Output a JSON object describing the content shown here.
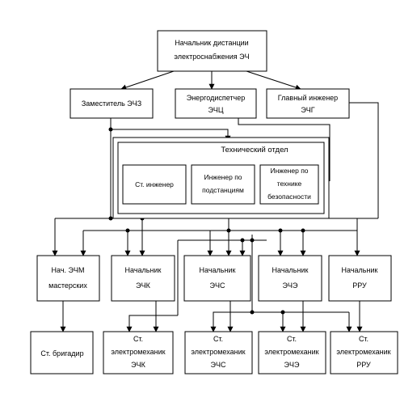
{
  "boxes": {
    "head": [
      "Начальник дистанции",
      "электроснабжения ЭЧ"
    ],
    "deputy": [
      "Заместитель ЭЧЗ"
    ],
    "dispatcher": [
      "Энергодиспетчер",
      "ЭЧЦ"
    ],
    "chief_engineer": [
      "Главный инженер",
      "ЭЧГ"
    ],
    "tech_dept": {
      "title": "Технический отдел",
      "senior_engineer": [
        "Ст. инженер"
      ],
      "substation_engineer": [
        "Инженер по",
        "подстанциям"
      ],
      "safety_engineer": [
        "Инженер по",
        "технике",
        "безопасности"
      ]
    },
    "workshop_head": [
      "Нач. ЭЧМ",
      "мастерских"
    ],
    "head_echk": [
      "Начальник",
      "ЭЧК"
    ],
    "head_echs": [
      "Начальник",
      "ЭЧС"
    ],
    "head_eche": [
      "Начальник",
      "ЭЧЭ"
    ],
    "head_ru": [
      "Начальник",
      "РРУ"
    ],
    "foreman": [
      "Ст. бригадир"
    ],
    "electro_echk": [
      "Ст.",
      "электромеханик",
      "ЭЧК"
    ],
    "electro_echs": [
      "Ст.",
      "электромеханик",
      "ЭЧС"
    ],
    "electro_eche": [
      "Ст.",
      "электромеханик",
      "ЭЧЭ"
    ],
    "electro_ru": [
      "Ст.",
      "электромеханик",
      "РРУ"
    ]
  }
}
